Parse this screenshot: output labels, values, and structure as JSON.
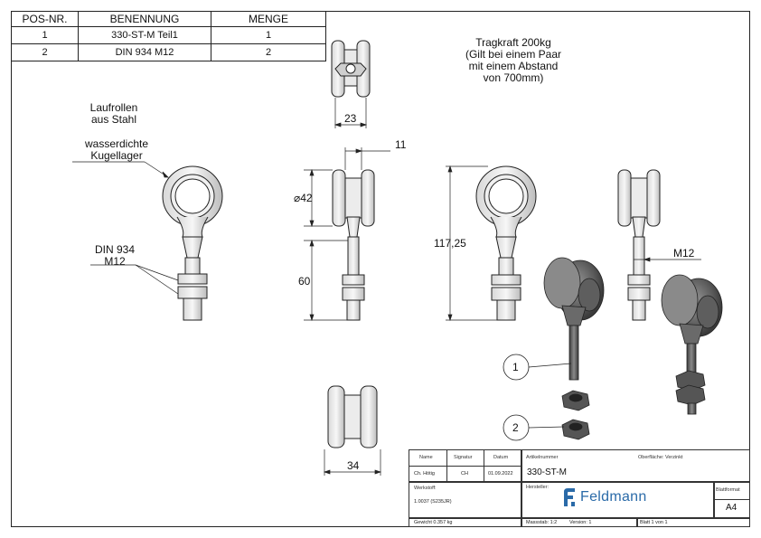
{
  "bom": {
    "headers": [
      "POS-NR.",
      "BENENNUNG",
      "MENGE"
    ],
    "rows": [
      [
        "1",
        "330-ST-M Teil1",
        "1"
      ],
      [
        "2",
        "DIN 934 M12",
        "2"
      ]
    ]
  },
  "notes": {
    "load_line1": "Tragkraft 200kg",
    "load_line2": "(Gilt bei einem Paar",
    "load_line3": "mit einem Abstand",
    "load_line4": "von 700mm)",
    "rollers_line1": "Laufrollen",
    "rollers_line2": "aus Stahl",
    "bearing_line1": "wasserdichte",
    "bearing_line2": "Kugellager",
    "nut_line1": "DIN 934",
    "nut_line2": "M12"
  },
  "dimensions": {
    "width_top": "23",
    "offset": "11",
    "diameter": "⌀42",
    "height_lower": "60",
    "total_height": "117,25",
    "thread": "M12",
    "width_bottom": "34"
  },
  "balloons": {
    "pos1": "1",
    "pos2": "2"
  },
  "title_block": {
    "name_label": "Name",
    "signature_label": "Signatur",
    "date_label": "Datum",
    "article_label": "Artikelnummer",
    "surface_label": "Oberfläche: Verzinkt",
    "name_value": "Ch. Hötig",
    "signature_value": "CH",
    "date_value": "01.09.2022",
    "article_value": "330-ST-M",
    "material_label": "Werkstoff:",
    "material_value": "1.0037 (S235JR)",
    "manufacturer_label": "Hersteller:",
    "logo_text": "Feldmann",
    "format_label": "Blattformat",
    "format_value": "A4",
    "weight": "Gewicht 0.357 kg",
    "scale": "Massstab: 1:2",
    "version": "Version: 1",
    "sheet": "Blatt 1 von 1"
  },
  "colors": {
    "logo": "#2a6aa8",
    "line": "#222222",
    "shade": "#6e6e6e"
  }
}
